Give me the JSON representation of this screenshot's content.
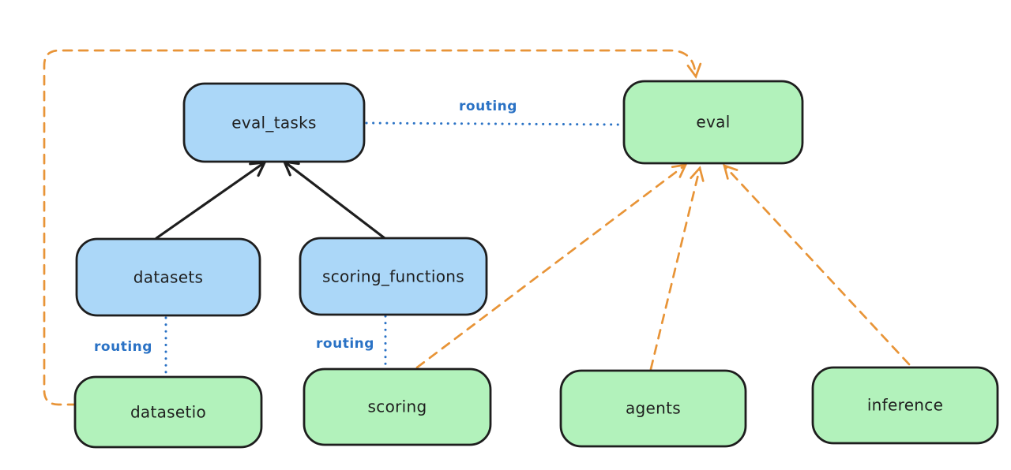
{
  "diagram": {
    "colors": {
      "background": "#ffffff",
      "node_stroke": "#1e1e1e",
      "blue_node_fill": "#abd7f8",
      "green_node_fill": "#b2f2bb",
      "routing_blue": "#2a72c5",
      "provider_orange": "#e89437",
      "dependency_black": "#1e1e1e"
    },
    "nodes": [
      {
        "label": "eval_tasks",
        "fill": "#abd7f8"
      },
      {
        "label": "eval",
        "fill": "#b2f2bb"
      },
      {
        "label": "datasets",
        "fill": "#abd7f8"
      },
      {
        "label": "scoring_functions",
        "fill": "#abd7f8"
      },
      {
        "label": "datasetio",
        "fill": "#b2f2bb"
      },
      {
        "label": "scoring",
        "fill": "#b2f2bb"
      },
      {
        "label": "agents",
        "fill": "#b2f2bb"
      },
      {
        "label": "inference",
        "fill": "#b2f2bb"
      }
    ],
    "edges": [
      {
        "from": "datasets",
        "to": "eval_tasks",
        "style": "solid-arrow",
        "color": "#1e1e1e"
      },
      {
        "from": "scoring_functions",
        "to": "eval_tasks",
        "style": "solid-arrow",
        "color": "#1e1e1e"
      },
      {
        "from": "eval_tasks",
        "to": "eval",
        "style": "dotted",
        "label": "routing",
        "color": "#2a72c5"
      },
      {
        "from": "datasets",
        "to": "datasetio",
        "style": "dotted",
        "label": "routing",
        "color": "#2a72c5"
      },
      {
        "from": "scoring_functions",
        "to": "scoring",
        "style": "dotted",
        "label": "routing",
        "color": "#2a72c5"
      },
      {
        "from": "datasetio",
        "to": "eval",
        "style": "dashed-arrow",
        "color": "#e89437"
      },
      {
        "from": "scoring",
        "to": "eval",
        "style": "dashed-arrow",
        "color": "#e89437"
      },
      {
        "from": "agents",
        "to": "eval",
        "style": "dashed-arrow",
        "color": "#e89437"
      },
      {
        "from": "inference",
        "to": "eval",
        "style": "dashed-arrow",
        "color": "#e89437"
      }
    ]
  }
}
